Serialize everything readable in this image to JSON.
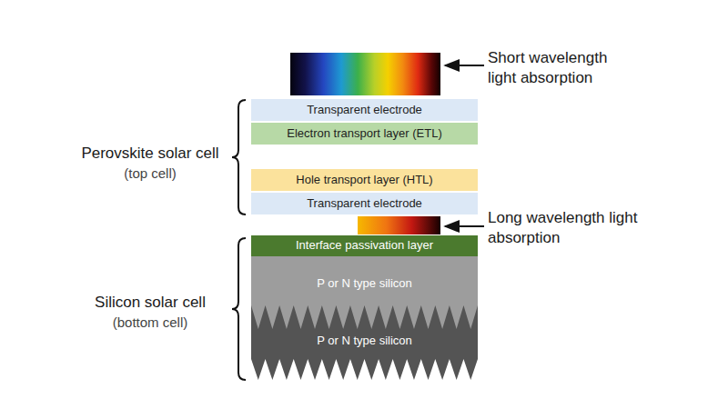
{
  "diagram": {
    "nodes": [
      {
        "text": [
          "Transparent electrode"
        ]
      },
      {
        "text": [
          "Electron transport layer (ETL)"
        ]
      },
      {
        "text": [
          "Hole transport layer (HTL)"
        ]
      },
      {
        "text": [
          "Transparent electrode"
        ]
      },
      {
        "text": [
          "Interface passivation layer"
        ]
      },
      {
        "text": [
          "P or N type silicon"
        ]
      },
      {
        "text": [
          "P or N type silicon"
        ]
      }
    ],
    "labels": [
      "Short wavelength light absorption",
      "Perovskite solar cell",
      "(top cell)",
      "Long wavelength light absorption",
      "Silicon solar cell",
      "(bottom cell)"
    ]
  }
}
